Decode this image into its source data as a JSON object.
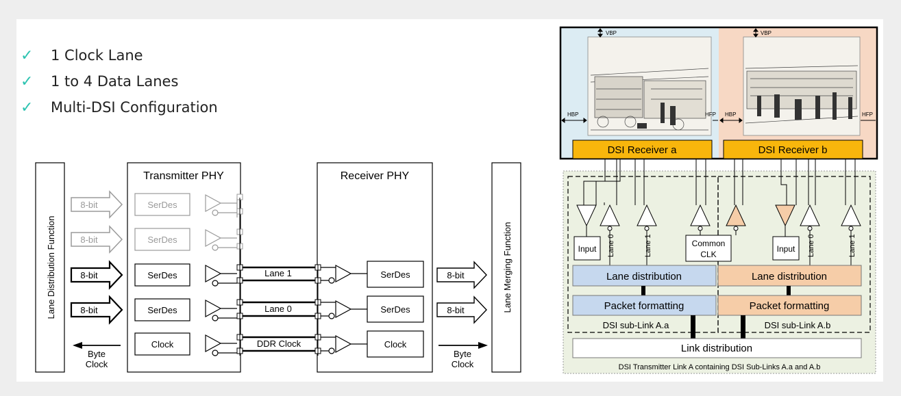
{
  "bullets": [
    "1 Clock Lane",
    "1 to 4 Data Lanes",
    "Multi-DSI Configuration"
  ],
  "check_icon": "✓",
  "check_color": "#2cc3b0",
  "left": {
    "lane_dist": "Lane Distribution Function",
    "lane_merge": "Lane Merging Function",
    "tx_title": "Transmitter PHY",
    "rx_title": "Receiver  PHY",
    "eight_bit": "8-bit",
    "serdes": "SerDes",
    "clock": "Clock",
    "lane1": "Lane 1",
    "lane0": "Lane 0",
    "ddr": "DDR Clock",
    "byte": "Byte",
    "byte_clock": "Clock"
  },
  "right": {
    "vbp": "VBP",
    "hbp": "HBP",
    "hfp": "HFP",
    "rx_a": "DSI Receiver a",
    "rx_b": "DSI Receiver b",
    "input": "Input",
    "lane0": "Lane 0",
    "lane1": "Lane 1",
    "common": "Common",
    "clk": "CLK",
    "lane_distribution": "Lane distribution",
    "packet_formatting": "Packet formatting",
    "sublink_a": "DSI sub-Link A.a",
    "sublink_b": "DSI sub-Link A.b",
    "link_distribution": "Link distribution",
    "caption": "DSI Transmitter Link A containing DSI Sub-Links A.a and A.b"
  },
  "colors": {
    "panel_a": "#dcecf3",
    "panel_b": "#f7d8c4",
    "receiver": "#f8b60c",
    "blue_box": "#c6d8ee",
    "orange_box": "#f6cda8",
    "green_bg": "#ecf1e2"
  }
}
